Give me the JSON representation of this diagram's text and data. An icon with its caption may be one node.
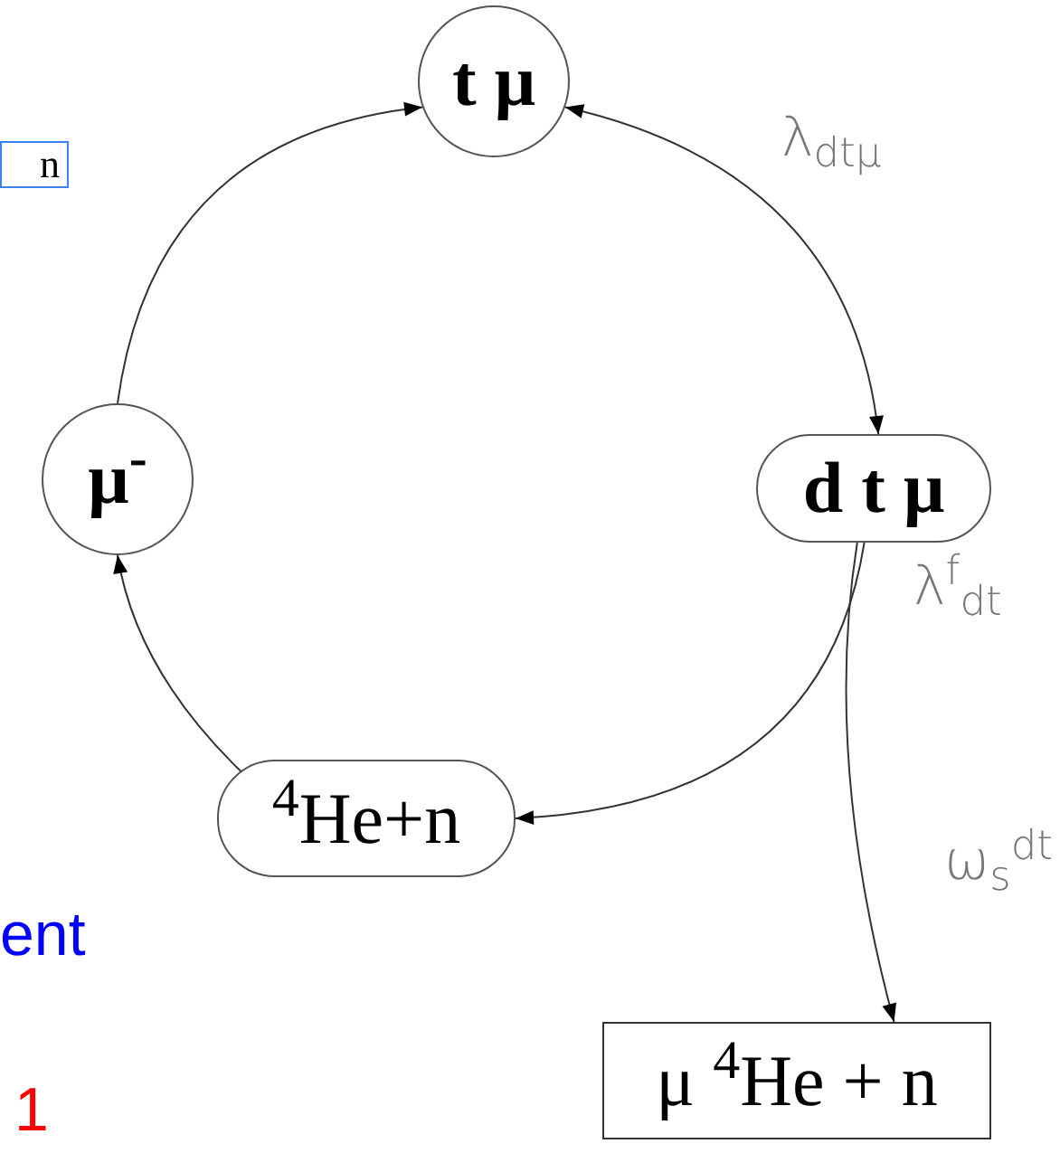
{
  "diagram": {
    "nodes": [
      {
        "text": [
          "n"
        ]
      },
      {
        "text": [
          "t μ"
        ]
      },
      {
        "text": [
          "d t μ"
        ]
      },
      {
        "text": [
          "μ$^{-}$"
        ]
      },
      {
        "text": [
          "$^{4}$He+n"
        ]
      },
      {
        "text": [
          "μ $^{4}$He + n"
        ]
      }
    ],
    "edges": [
      {
        "from": 3,
        "to": 1,
        "arrow": "to"
      },
      {
        "from": 1,
        "to": 2,
        "arrow": "both",
        "label": "λ$_{dtμ}$"
      },
      {
        "from": 2,
        "to": 4,
        "arrow": "to",
        "label": "λ$^{f}$$_{dt}$"
      },
      {
        "from": 4,
        "to": 3,
        "arrow": "to"
      },
      {
        "from": 2,
        "to": 5,
        "arrow": "to",
        "label": "ω$_{s}$$^{dt}$"
      }
    ],
    "labels": [
      "ent",
      "1"
    ]
  }
}
